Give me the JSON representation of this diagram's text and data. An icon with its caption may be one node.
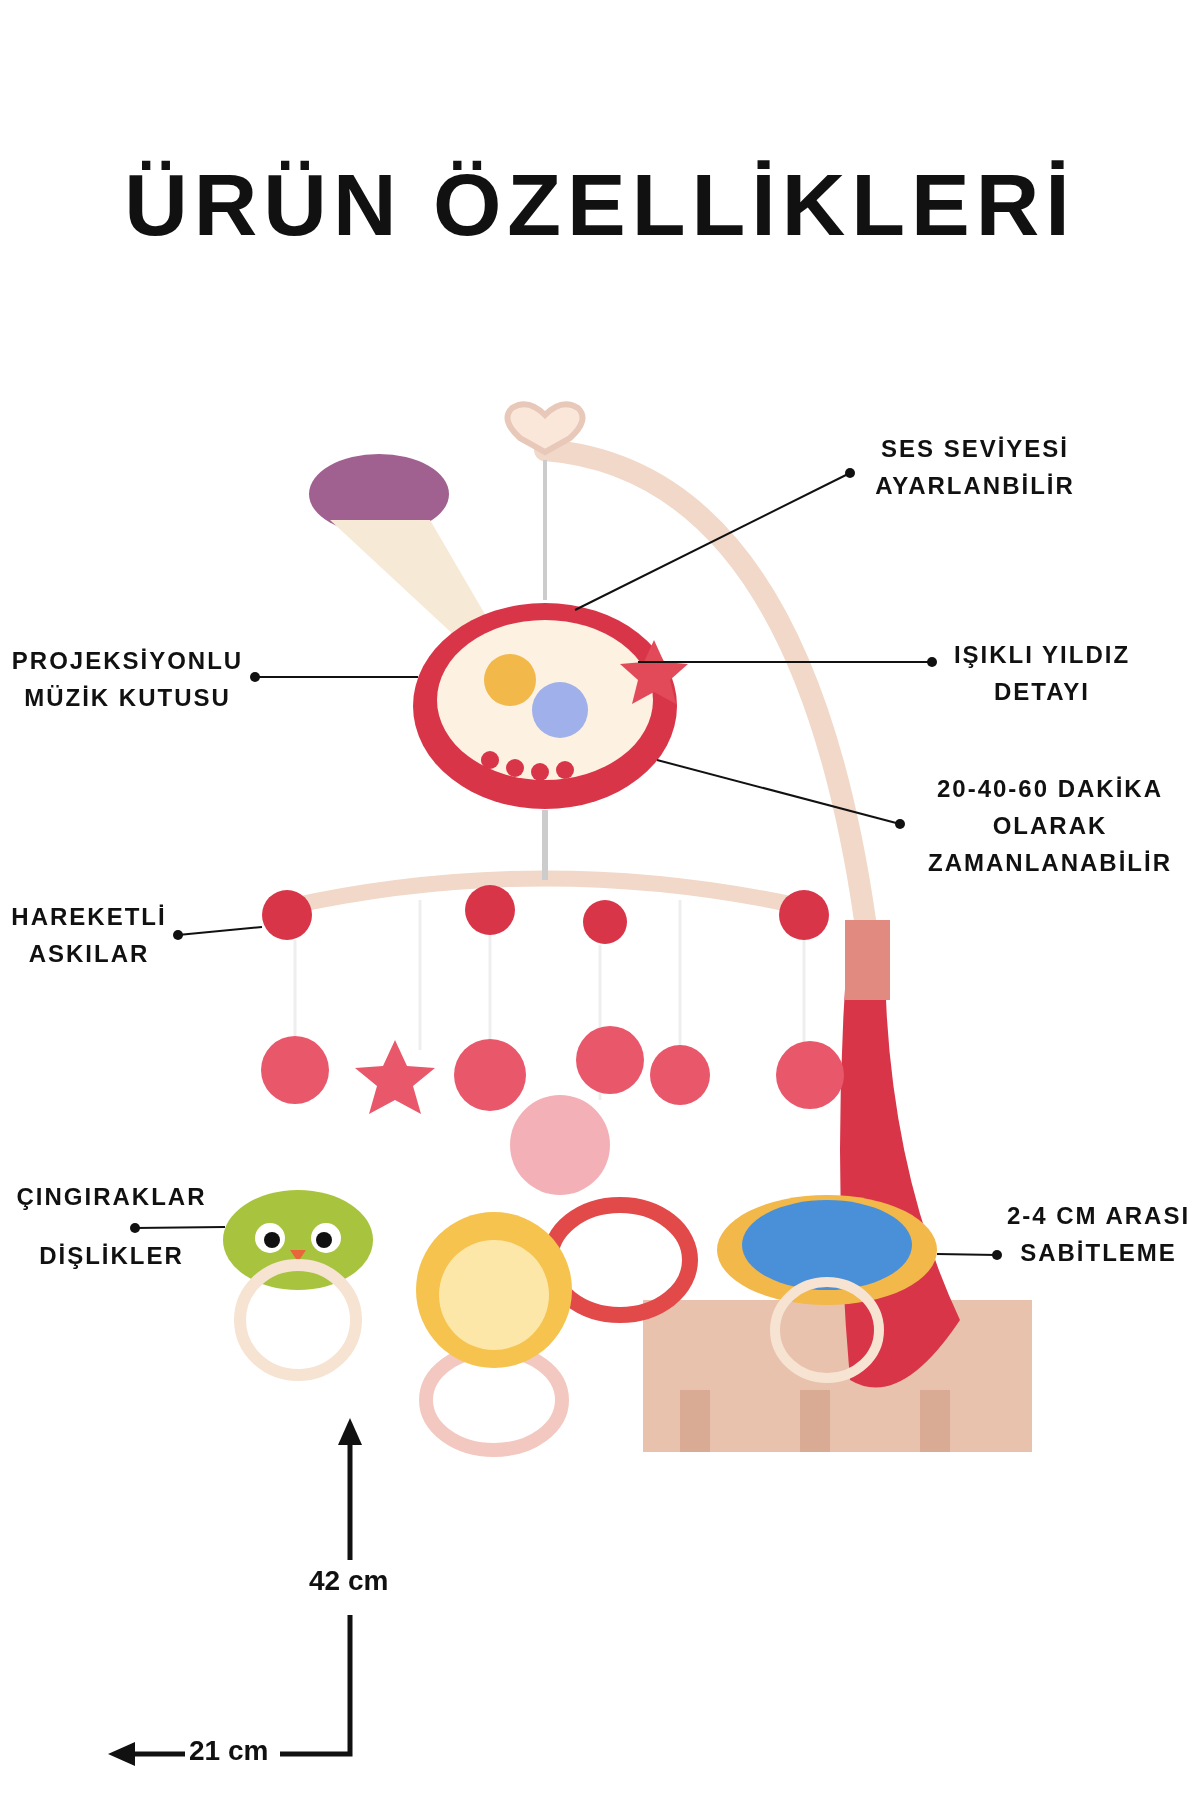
{
  "diagram": {
    "title": "ÜRÜN ÖZELLİKLERİ",
    "nodes": [
      {
        "text": [
          "SES SEVİYESİ AYARLANBİLİR"
        ]
      },
      {
        "text": [
          "PROJEKSİYONLU MÜZİK KUTUSU"
        ]
      },
      {
        "text": [
          "IŞIKLI YILDIZ DETAYI"
        ]
      },
      {
        "text": [
          "20-40-60 DAKİKA OLARAK ZAMANLANABİLİR"
        ]
      },
      {
        "text": [
          "HAREKETLİ ASKILAR"
        ]
      },
      {
        "text": [
          "ÇINGIRAKLAR",
          "DİŞLİKLER"
        ]
      },
      {
        "text": [
          "2-4 CM ARASI SABİTLEME"
        ]
      },
      {
        "text": [],
        "shape": "picture"
      },
      {
        "text": [],
        "shape": "picture"
      },
      {
        "text": [],
        "shape": "picture"
      },
      {
        "text": [],
        "shape": "picture"
      },
      {
        "text": [],
        "shape": "picture"
      }
    ],
    "edges": [
      {
        "from": 0,
        "to": 7,
        "arrow": "other"
      },
      {
        "from": 1,
        "to": 7,
        "arrow": "other"
      },
      {
        "from": 2,
        "to": 8,
        "arrow": "other"
      },
      {
        "from": 3,
        "to": 7,
        "arrow": "other"
      },
      {
        "from": 4,
        "to": 9,
        "arrow": "other"
      },
      {
        "from": 5,
        "to": 10,
        "arrow": "other"
      },
      {
        "from": 6,
        "to": 11,
        "arrow": "other"
      }
    ],
    "labels": [
      "42 cm",
      "21 cm"
    ]
  }
}
